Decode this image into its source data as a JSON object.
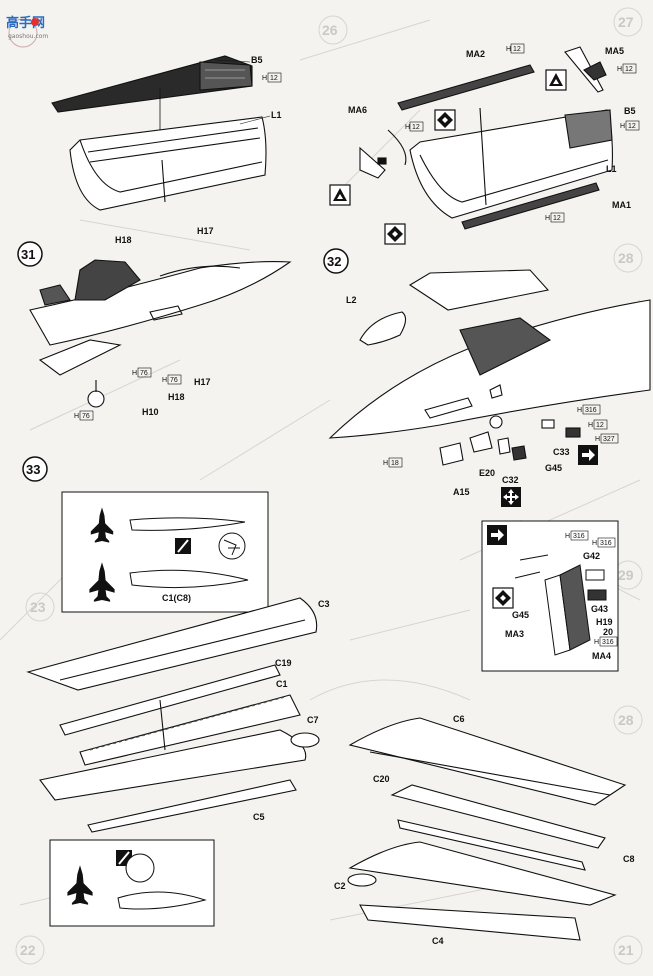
{
  "watermark": {
    "brand": "高手网",
    "sub": "gaoshou.com"
  },
  "steps": [
    "31",
    "32",
    "33"
  ],
  "ghost_page_numbers": [
    "26",
    "27",
    "28",
    "29",
    "23",
    "28",
    "21",
    "22"
  ],
  "labels": {
    "b5_a": "B5",
    "h12_a": "H",
    "l1_a": "L1",
    "ma2": "MA2",
    "h12_b": "H",
    "ma5": "MA5",
    "h12_c": "H",
    "ma6": "MA6",
    "h12_d": "H",
    "b5_b": "B5",
    "h12_e": "H",
    "l1_b": "L1",
    "ma1": "MA1",
    "h12_f": "H",
    "h18_a": "H18",
    "h17_a": "H17",
    "h76_a": "H",
    "h76_b": "H",
    "h17_b": "H17",
    "h18_b": "H18",
    "h10": "H10",
    "h76_c": "H",
    "l2": "L2",
    "h316_a": "H",
    "h12_g": "H",
    "h327": "H",
    "c33": "C33",
    "h18_c": "H",
    "a15": "A15",
    "e20": "E20",
    "c32": "C32",
    "g45_a": "G45",
    "h316_b": "H",
    "h316_c": "H",
    "g42": "G42",
    "g45_b": "G45",
    "g43": "G43",
    "h19": "H19",
    "n20": "20",
    "h316_d": "H",
    "ma3": "MA3",
    "ma4": "MA4",
    "c1c8": "C1(C8)",
    "c3": "C3",
    "c19": "C19",
    "c1": "C1",
    "c7": "C7",
    "c5": "C5",
    "c6": "C6",
    "c20": "C20",
    "c8": "C8",
    "c2": "C2",
    "c4": "C4"
  },
  "boxed_numbers": {
    "n12": "12",
    "n76": "76",
    "n316": "316",
    "n327": "327",
    "n18": "18"
  },
  "icons": [
    "triangle-up-in-square-icon",
    "diamond-in-square-icon",
    "arrow-right-icon",
    "cross-arrows-icon",
    "aircraft-silhouette-icon",
    "pencil-icon"
  ]
}
